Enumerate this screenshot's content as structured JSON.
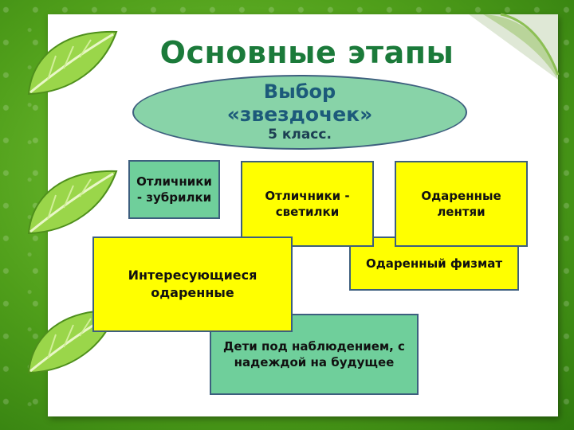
{
  "title": "Основные этапы",
  "ellipse": {
    "line1": "Выбор",
    "line2": "«звездочек»",
    "line3": "5 класс."
  },
  "boxes": {
    "zubrilki": "Отличники - зубрилки",
    "svetilki": "Отличники - светилки",
    "lentyai": "Одаренные лентяи",
    "fizmat": "Одаренный физмат",
    "interes": "Интересующиеся одаренные",
    "deti": "Дети под наблюдением, с надеждой на будущее"
  },
  "colors": {
    "yellow_box": "#ffff00",
    "teal_box": "#6fcf9b",
    "ellipse_fill": "#88d3a8",
    "title": "#1b7a3a",
    "background": "#4f9e1a"
  },
  "icons": [
    "leaf-icon",
    "page-curl-icon"
  ]
}
